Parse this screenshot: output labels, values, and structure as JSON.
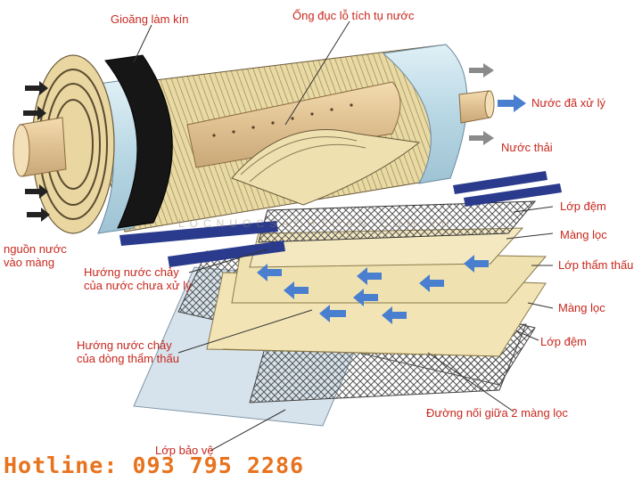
{
  "labels": {
    "gasket": "Gioăng làm kín",
    "perforated_tube": "Ống đục lỗ tích tụ nước",
    "treated_water": "Nước đã xử lý",
    "waste_water": "Nước thải",
    "spacer_top": "Lớp đệm",
    "membrane_top": "Màng lọc",
    "permeate_layer": "Lớp thẩm thấu",
    "membrane_bottom": "Màng lọc",
    "spacer_bottom": "Lớp đệm",
    "source_water_line1": "nguồn nước",
    "source_water_line2": "vào màng",
    "feed_flow_line1": "Hướng nước chảy",
    "feed_flow_line2": "của nước chưa xử lý",
    "permeate_flow_line1": "Hướng nước chảy",
    "permeate_flow_line2": "của dòng thẩm thấu",
    "seam": "Đường nối giữa 2 màng lọc",
    "protective_layer": "Lớp bảo vệ"
  },
  "hotline": "Hotline: 093 795 2286",
  "watermark": "LOCNUOCSACHTOAN.COM.VN",
  "colors": {
    "label_red": "#c8281e",
    "hotline_orange": "#e8731e",
    "membrane_tan": "#efe2b0",
    "flow_blue": "#4a7fd0",
    "spacer_blue": "#2a3a8c"
  }
}
